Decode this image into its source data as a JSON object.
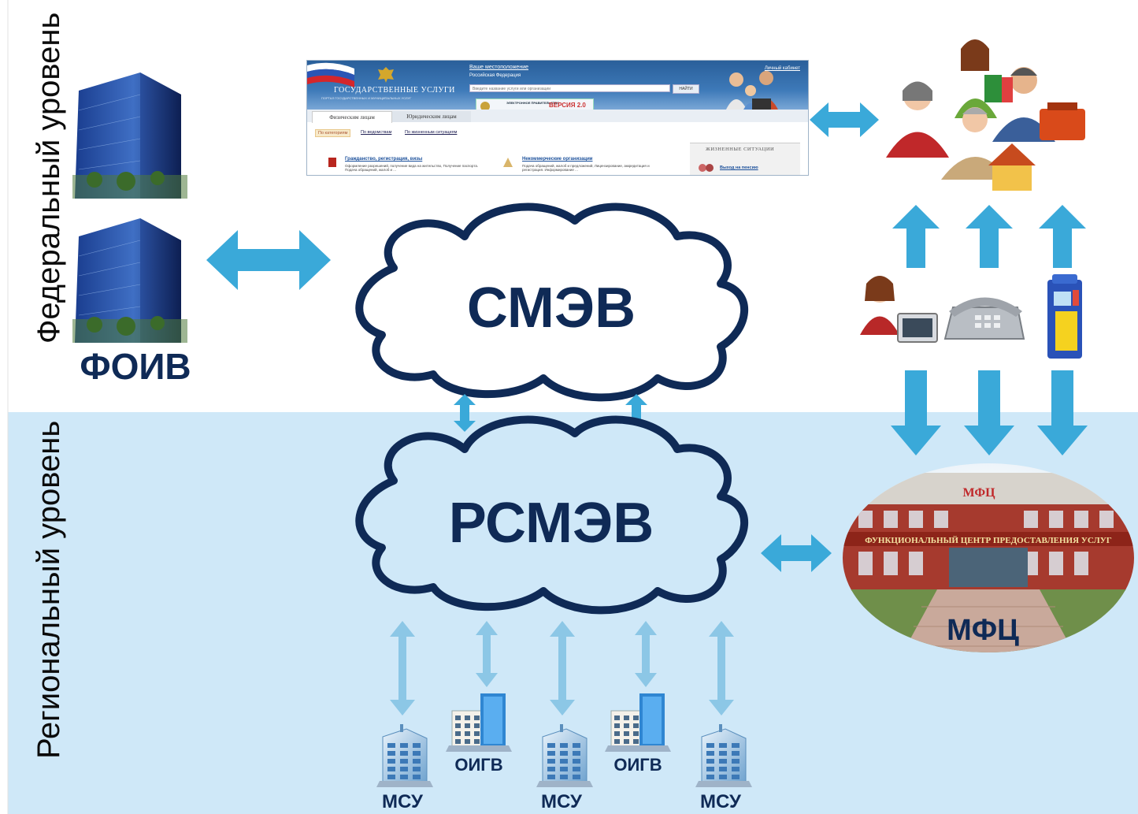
{
  "levels": {
    "federal": "Федеральный уровень",
    "regional": "Региональный уровень"
  },
  "nodes": {
    "foiv": "ФОИВ",
    "smev": "СМЭВ",
    "rsmev": "РСМЭВ",
    "mfc": "МФЦ",
    "mfc_sign": "МФЦ",
    "mfc_banner": "ФУНКЦИОНАЛЬНЫЙ ЦЕНТР ПРЕДОСТАВЛЕНИЯ УСЛУГ",
    "bottom": [
      "МСУ",
      "ОИГВ",
      "МСУ",
      "ОИГВ",
      "МСУ"
    ]
  },
  "portal": {
    "location_link": "Ваше местоположение",
    "region": "Российская Федерация",
    "brand": "ГОСУДАРСТВЕННЫЕ УСЛУГИ",
    "brand_sub": "ПОРТАЛ ГОСУДАРСТВЕННЫХ И МУНИЦИПАЛЬНЫХ УСЛУГ",
    "cabinet": "Личный кабинет",
    "search_placeholder": "Введите название услуги или организации",
    "search_button": "НАЙТИ",
    "egov_line": "ЭЛЕКТРОННОЕ ПРАВИТЕЛЬСТВО",
    "egov_version": "ВЕРСИЯ 2.0",
    "tabs": [
      "Физическим лицам",
      "Юридическим лицам"
    ],
    "filters": [
      "По категориям",
      "По ведомствам",
      "По жизненным ситуациям"
    ],
    "categories": [
      {
        "title": "Гражданство, регистрация, визы",
        "desc": "Оформление разрешений, получение вида на жительство, Получение паспорта. Подача обращений, жалоб и ..."
      },
      {
        "title": "Некоммерческие организации",
        "desc": "Подача обращений, жалоб и предложений, Лицензирование, аккредитация и регистрация. Информирование ..."
      }
    ],
    "life_situations_title": "ЖИЗНЕННЫЕ СИТУАЦИИ",
    "life_situation_item": "Выход на пенсию"
  },
  "colors": {
    "arrow_blue": "#3aa9d9",
    "arrow_light": "#8cc7e6",
    "regional_bg": "#cfe8f8",
    "cloud_outline": "#0f2a56",
    "label_navy": "#0f2a56"
  }
}
